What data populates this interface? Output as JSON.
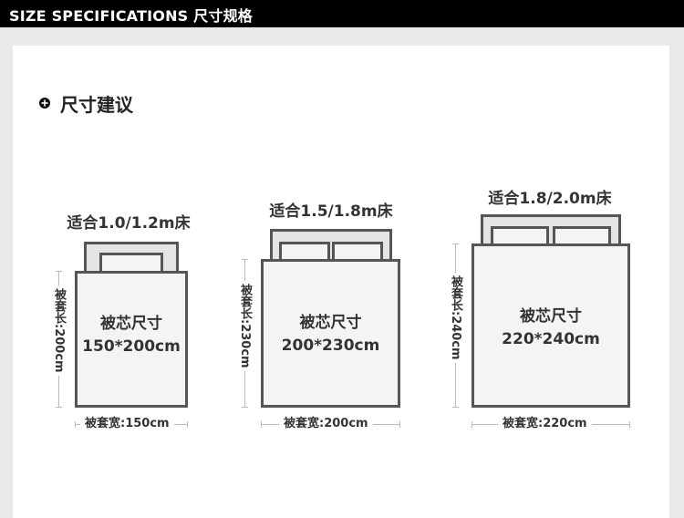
{
  "header": {
    "title": "SIZE SPECIFICATIONS 尺寸规格"
  },
  "section": {
    "title": "尺寸建议",
    "icon": "plus-circle-icon"
  },
  "beds": [
    {
      "suit": "适合1.0/1.2m床",
      "core_label": "被芯尺寸",
      "core_size": "150*200cm",
      "length_label": "被套长:200cm",
      "width_label": "被套宽:150cm",
      "pillows": 1
    },
    {
      "suit": "适合1.5/1.8m床",
      "core_label": "被芯尺寸",
      "core_size": "200*230cm",
      "length_label": "被套长:230cm",
      "width_label": "被套宽:200cm",
      "pillows": 2
    },
    {
      "suit": "适合1.8/2.0m床",
      "core_label": "被芯尺寸",
      "core_size": "220*240cm",
      "length_label": "被套长:240cm",
      "width_label": "被套宽:220cm",
      "pillows": 2
    }
  ],
  "colors": {
    "topbar": "#000000",
    "outline": "#555555",
    "fill": "#f4f4f4",
    "headboard": "#e4e4e4",
    "dim_line": "#bbbbbb"
  }
}
